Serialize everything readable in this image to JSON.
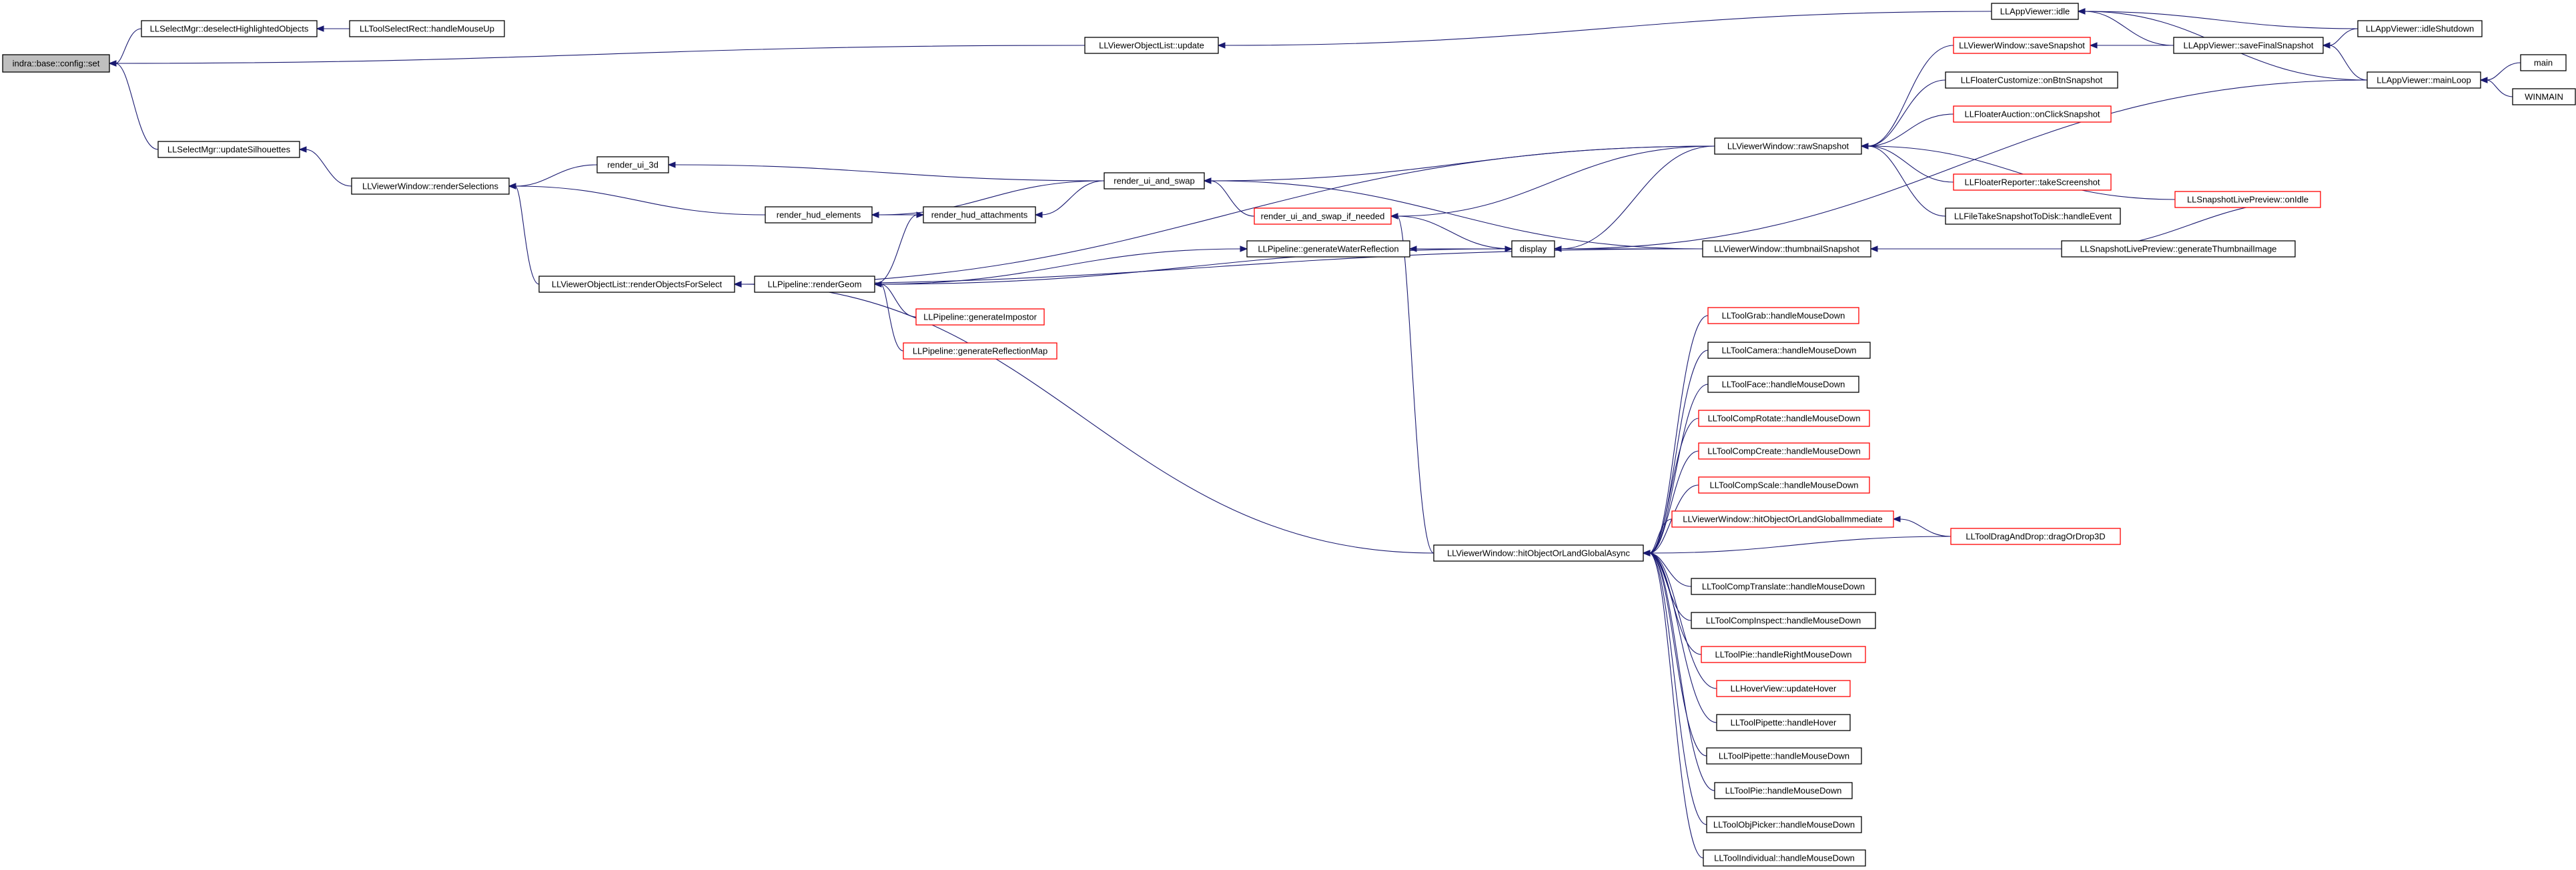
{
  "diagram": {
    "colors": {
      "edge": "#191970",
      "node_border": "#000000",
      "node_border_link": "#ff0000",
      "root_fill": "#bfbfbf",
      "background": "#ffffff"
    },
    "nodes": [
      {
        "id": "n_root",
        "label": "indra::base::config::set",
        "style": "root"
      },
      {
        "id": "n_deselect",
        "label": "LLSelectMgr::deselectHighlightedObjects",
        "style": "normal"
      },
      {
        "id": "n_selrect",
        "label": "LLToolSelectRect::handleMouseUp",
        "style": "normal"
      },
      {
        "id": "n_objlist_update",
        "label": "LLViewerObjectList::update",
        "style": "normal"
      },
      {
        "id": "n_idle",
        "label": "LLAppViewer::idle",
        "style": "normal"
      },
      {
        "id": "n_idleshutdown",
        "label": "LLAppViewer::idleShutdown",
        "style": "normal"
      },
      {
        "id": "n_savefinal",
        "label": "LLAppViewer::saveFinalSnapshot",
        "style": "normal"
      },
      {
        "id": "n_mainloop",
        "label": "LLAppViewer::mainLoop",
        "style": "normal"
      },
      {
        "id": "n_main",
        "label": "main",
        "style": "normal"
      },
      {
        "id": "n_winmain",
        "label": "WINMAIN",
        "style": "normal"
      },
      {
        "id": "n_savesnap",
        "label": "LLViewerWindow::saveSnapshot",
        "style": "link"
      },
      {
        "id": "n_customize",
        "label": "LLFloaterCustomize::onBtnSnapshot",
        "style": "normal"
      },
      {
        "id": "n_auction",
        "label": "LLFloaterAuction::onClickSnapshot",
        "style": "link"
      },
      {
        "id": "n_reporter",
        "label": "LLFloaterReporter::takeScreenshot",
        "style": "link"
      },
      {
        "id": "n_filetake",
        "label": "LLFileTakeSnapshotToDisk::handleEvent",
        "style": "normal"
      },
      {
        "id": "n_liveidle",
        "label": "LLSnapshotLivePreview::onIdle",
        "style": "link"
      },
      {
        "id": "n_updsil",
        "label": "LLSelectMgr::updateSilhouettes",
        "style": "normal"
      },
      {
        "id": "n_rendersel",
        "label": "LLViewerWindow::renderSelections",
        "style": "normal"
      },
      {
        "id": "n_ui3d",
        "label": "render_ui_3d",
        "style": "normal"
      },
      {
        "id": "n_rawsnap",
        "label": "LLViewerWindow::rawSnapshot",
        "style": "normal"
      },
      {
        "id": "n_uiswap",
        "label": "render_ui_and_swap",
        "style": "normal"
      },
      {
        "id": "n_hudel",
        "label": "render_hud_elements",
        "style": "normal"
      },
      {
        "id": "n_hudatt",
        "label": "render_hud_attachments",
        "style": "normal"
      },
      {
        "id": "n_uiswapif",
        "label": "render_ui_and_swap_if_needed",
        "style": "link"
      },
      {
        "id": "n_genwater",
        "label": "LLPipeline::generateWaterReflection",
        "style": "normal"
      },
      {
        "id": "n_display",
        "label": "display",
        "style": "normal"
      },
      {
        "id": "n_thumb",
        "label": "LLViewerWindow::thumbnailSnapshot",
        "style": "normal"
      },
      {
        "id": "n_genthumb",
        "label": "LLSnapshotLivePreview::generateThumbnailImage",
        "style": "normal"
      },
      {
        "id": "n_rofs",
        "label": "LLViewerObjectList::renderObjectsForSelect",
        "style": "normal"
      },
      {
        "id": "n_rgeom",
        "label": "LLPipeline::renderGeom",
        "style": "normal"
      },
      {
        "id": "n_genimp",
        "label": "LLPipeline::generateImpostor",
        "style": "link"
      },
      {
        "id": "n_genrefl",
        "label": "LLPipeline::generateReflectionMap",
        "style": "link"
      },
      {
        "id": "n_hitasync",
        "label": "LLViewerWindow::hitObjectOrLandGlobalAsync",
        "style": "normal"
      },
      {
        "id": "n_grab",
        "label": "LLToolGrab::handleMouseDown",
        "style": "link"
      },
      {
        "id": "n_camera",
        "label": "LLToolCamera::handleMouseDown",
        "style": "normal"
      },
      {
        "id": "n_face",
        "label": "LLToolFace::handleMouseDown",
        "style": "normal"
      },
      {
        "id": "n_comprot",
        "label": "LLToolCompRotate::handleMouseDown",
        "style": "link"
      },
      {
        "id": "n_compcreate",
        "label": "LLToolCompCreate::handleMouseDown",
        "style": "link"
      },
      {
        "id": "n_compscale",
        "label": "LLToolCompScale::handleMouseDown",
        "style": "link"
      },
      {
        "id": "n_hitimm",
        "label": "LLViewerWindow::hitObjectOrLandGlobalImmediate",
        "style": "link"
      },
      {
        "id": "n_dragdrop",
        "label": "LLToolDragAndDrop::dragOrDrop3D",
        "style": "link"
      },
      {
        "id": "n_comptrans",
        "label": "LLToolCompTranslate::handleMouseDown",
        "style": "normal"
      },
      {
        "id": "n_compinspect",
        "label": "LLToolCompInspect::handleMouseDown",
        "style": "normal"
      },
      {
        "id": "n_pieright",
        "label": "LLToolPie::handleRightMouseDown",
        "style": "link"
      },
      {
        "id": "n_hover",
        "label": "LLHoverView::updateHover",
        "style": "link"
      },
      {
        "id": "n_pipehover",
        "label": "LLToolPipette::handleHover",
        "style": "normal"
      },
      {
        "id": "n_pipedown",
        "label": "LLToolPipette::handleMouseDown",
        "style": "normal"
      },
      {
        "id": "n_piedown",
        "label": "LLToolPie::handleMouseDown",
        "style": "normal"
      },
      {
        "id": "n_objpick",
        "label": "LLToolObjPicker::handleMouseDown",
        "style": "normal"
      },
      {
        "id": "n_indiv",
        "label": "LLToolIndividual::handleMouseDown",
        "style": "normal"
      }
    ],
    "edges": [
      {
        "from": "n_deselect",
        "to": "n_root"
      },
      {
        "from": "n_selrect",
        "to": "n_deselect"
      },
      {
        "from": "n_objlist_update",
        "to": "n_root"
      },
      {
        "from": "n_idle",
        "to": "n_objlist_update"
      },
      {
        "from": "n_idleshutdown",
        "to": "n_idle"
      },
      {
        "from": "n_mainloop",
        "to": "n_idle"
      },
      {
        "from": "n_savefinal",
        "to": "n_idle"
      },
      {
        "from": "n_idleshutdown",
        "to": "n_savefinal"
      },
      {
        "from": "n_mainloop",
        "to": "n_savefinal"
      },
      {
        "from": "n_main",
        "to": "n_mainloop"
      },
      {
        "from": "n_winmain",
        "to": "n_mainloop"
      },
      {
        "from": "n_savesnap",
        "to": "n_rawsnap"
      },
      {
        "from": "n_savefinal",
        "to": "n_savesnap"
      },
      {
        "from": "n_customize",
        "to": "n_rawsnap"
      },
      {
        "from": "n_auction",
        "to": "n_rawsnap"
      },
      {
        "from": "n_reporter",
        "to": "n_rawsnap"
      },
      {
        "from": "n_filetake",
        "to": "n_rawsnap"
      },
      {
        "from": "n_liveidle",
        "to": "n_rawsnap"
      },
      {
        "from": "n_updsil",
        "to": "n_root"
      },
      {
        "from": "n_rendersel",
        "to": "n_updsil"
      },
      {
        "from": "n_ui3d",
        "to": "n_rendersel"
      },
      {
        "from": "n_hudel",
        "to": "n_rendersel"
      },
      {
        "from": "n_rofs",
        "to": "n_rendersel"
      },
      {
        "from": "n_uiswap",
        "to": "n_ui3d"
      },
      {
        "from": "n_uiswap",
        "to": "n_hudel"
      },
      {
        "from": "n_hudatt",
        "to": "n_hudel"
      },
      {
        "from": "n_uiswap",
        "to": "n_hudatt"
      },
      {
        "from": "n_rawsnap",
        "to": "n_uiswap"
      },
      {
        "from": "n_uiswapif",
        "to": "n_uiswap"
      },
      {
        "from": "n_thumb",
        "to": "n_uiswap"
      },
      {
        "from": "n_rawsnap",
        "to": "n_uiswapif"
      },
      {
        "from": "n_display",
        "to": "n_uiswapif"
      },
      {
        "from": "n_hitasync",
        "to": "n_uiswapif"
      },
      {
        "from": "n_rgeom",
        "to": "n_hudatt"
      },
      {
        "from": "n_rgeom",
        "to": "n_genwater"
      },
      {
        "from": "n_rgeom",
        "to": "n_display"
      },
      {
        "from": "n_display",
        "to": "n_genwater"
      },
      {
        "from": "n_rawsnap",
        "to": "n_display"
      },
      {
        "from": "n_thumb",
        "to": "n_display"
      },
      {
        "from": "n_mainloop",
        "to": "n_display"
      },
      {
        "from": "n_genthumb",
        "to": "n_thumb"
      },
      {
        "from": "n_liveidle",
        "to": "n_genthumb"
      },
      {
        "from": "n_rgeom",
        "to": "n_rofs"
      },
      {
        "from": "n_rawsnap",
        "to": "n_rofs"
      },
      {
        "from": "n_thumb",
        "to": "n_rofs"
      },
      {
        "from": "n_hitasync",
        "to": "n_rofs"
      },
      {
        "from": "n_genimp",
        "to": "n_rgeom"
      },
      {
        "from": "n_genrefl",
        "to": "n_rgeom"
      },
      {
        "from": "n_grab",
        "to": "n_hitasync"
      },
      {
        "from": "n_camera",
        "to": "n_hitasync"
      },
      {
        "from": "n_face",
        "to": "n_hitasync"
      },
      {
        "from": "n_comprot",
        "to": "n_hitasync"
      },
      {
        "from": "n_compcreate",
        "to": "n_hitasync"
      },
      {
        "from": "n_compscale",
        "to": "n_hitasync"
      },
      {
        "from": "n_hitimm",
        "to": "n_hitasync"
      },
      {
        "from": "n_dragdrop",
        "to": "n_hitimm"
      },
      {
        "from": "n_dragdrop",
        "to": "n_hitasync"
      },
      {
        "from": "n_comptrans",
        "to": "n_hitasync"
      },
      {
        "from": "n_compinspect",
        "to": "n_hitasync"
      },
      {
        "from": "n_pieright",
        "to": "n_hitasync"
      },
      {
        "from": "n_hover",
        "to": "n_hitasync"
      },
      {
        "from": "n_pipehover",
        "to": "n_hitasync"
      },
      {
        "from": "n_pipedown",
        "to": "n_hitasync"
      },
      {
        "from": "n_piedown",
        "to": "n_hitasync"
      },
      {
        "from": "n_objpick",
        "to": "n_hitasync"
      },
      {
        "from": "n_indiv",
        "to": "n_hitasync"
      }
    ]
  }
}
